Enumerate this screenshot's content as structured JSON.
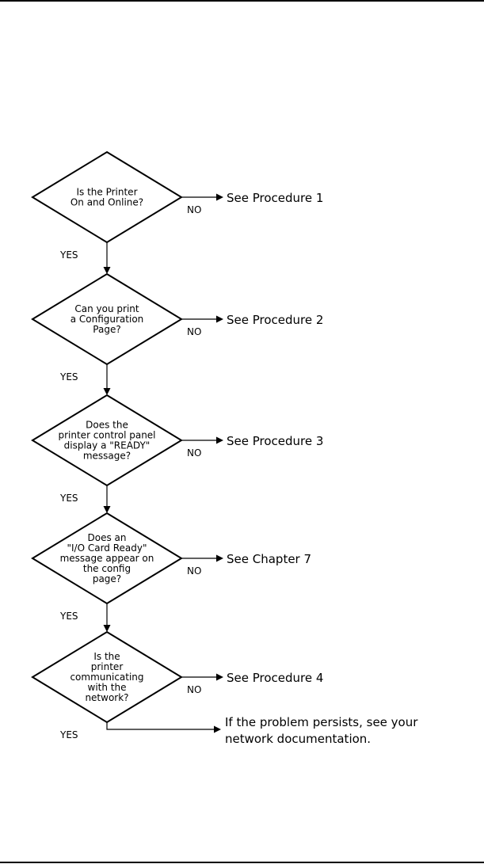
{
  "diagram": {
    "decisions": [
      {
        "lines": [
          "Is the Printer",
          "On and Online?"
        ],
        "no_label": "NO",
        "yes_label": "YES",
        "result_lines": [
          "See  Procedure  1"
        ]
      },
      {
        "lines": [
          "Can you print",
          "a Configuration",
          "Page?"
        ],
        "no_label": "NO",
        "yes_label": "YES",
        "result_lines": [
          "See  Procedure  2"
        ]
      },
      {
        "lines": [
          "Does the",
          "printer control panel",
          "display a \"READY\"",
          "message?"
        ],
        "no_label": "NO",
        "yes_label": "YES",
        "result_lines": [
          "See  Procedure  3"
        ]
      },
      {
        "lines": [
          "Does an",
          "\"I/O Card Ready\"",
          "message appear on",
          "the config",
          "page?"
        ],
        "no_label": "NO",
        "yes_label": "YES",
        "result_lines": [
          "See  Chapter  7"
        ]
      },
      {
        "lines": [
          "Is the",
          "printer",
          "communicating",
          "with the",
          "network?"
        ],
        "no_label": "NO",
        "yes_label": "YES",
        "result_lines": [
          "See  Procedure  4"
        ]
      }
    ],
    "final_lines": [
      "If  the  problem  persists,  see  your",
      "network  documentation."
    ]
  }
}
